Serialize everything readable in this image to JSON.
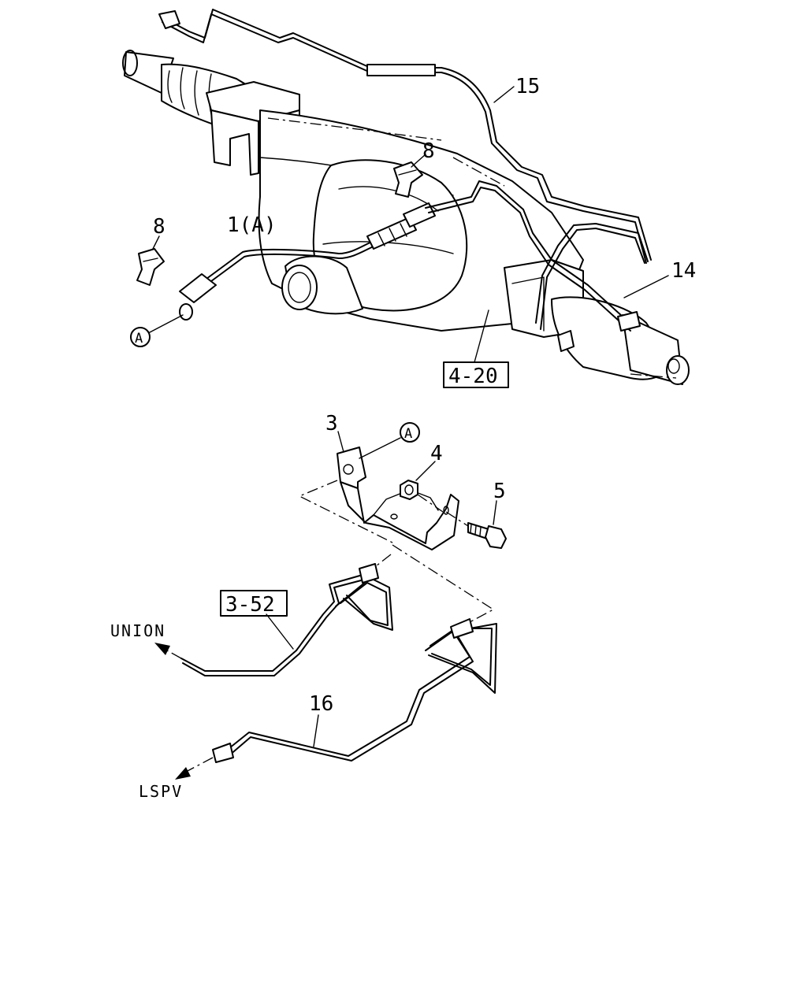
{
  "labels": {
    "pipe_15": "15",
    "clip_8_upper": "8",
    "clip_8_left": "8",
    "hose_1a": "1(A)",
    "pipe_14": "14",
    "ref_a_upper": "A",
    "ref_box_4_20": "4-20",
    "bracket_3": "3",
    "ref_a_lower": "A",
    "nut_4": "4",
    "bolt_5": "5",
    "ref_box_3_52": "3-52",
    "union_text": "UNION",
    "pipe_16": "16",
    "lspv_text": "LSPV"
  }
}
